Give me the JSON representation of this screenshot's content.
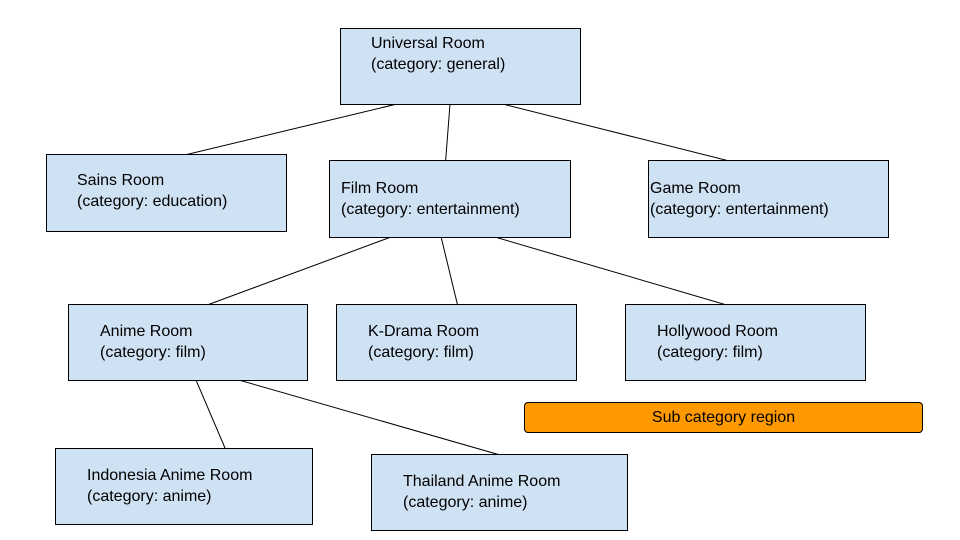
{
  "colors": {
    "node_fill": "#cfe2f3",
    "node_border": "#000000",
    "connector": "#000000",
    "badge_fill": "#ff9900"
  },
  "nodes": {
    "universal": {
      "title": "Universal Room",
      "category": "(category: general)"
    },
    "sains": {
      "title": "Sains Room",
      "category": "(category: education)"
    },
    "film": {
      "title": "Film Room",
      "category": "(category: entertainment)"
    },
    "game": {
      "title": "Game Room",
      "category": "(category: entertainment)"
    },
    "anime": {
      "title": "Anime Room",
      "category": "(category: film)"
    },
    "kdrama": {
      "title": "K-Drama Room",
      "category": "(category: film)"
    },
    "hollywood": {
      "title": "Hollywood Room",
      "category": "(category: film)"
    },
    "indonesia_anime": {
      "title": "Indonesia Anime Room",
      "category": "(category: anime)"
    },
    "thailand_anime": {
      "title": "Thailand Anime Room",
      "category": "(category: anime)"
    }
  },
  "edges": [
    {
      "from": "universal",
      "to": "sains"
    },
    {
      "from": "universal",
      "to": "film"
    },
    {
      "from": "universal",
      "to": "game"
    },
    {
      "from": "film",
      "to": "anime"
    },
    {
      "from": "film",
      "to": "kdrama"
    },
    {
      "from": "film",
      "to": "hollywood"
    },
    {
      "from": "anime",
      "to": "indonesia_anime"
    },
    {
      "from": "anime",
      "to": "thailand_anime"
    }
  ],
  "legend": {
    "label": "Sub category region"
  }
}
